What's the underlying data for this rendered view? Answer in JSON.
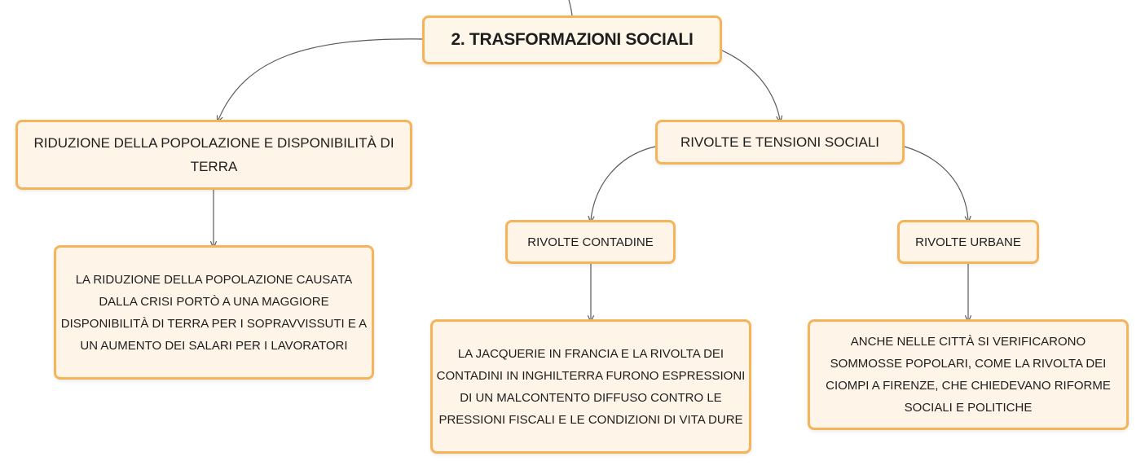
{
  "diagram": {
    "root": {
      "label": "2. TRASFORMAZIONI SOCIALI"
    },
    "branches": [
      {
        "label": "RIDUZIONE DELLA POPOLAZIONE E DISPONIBILITÀ DI TERRA",
        "detail": "LA RIDUZIONE DELLA POPOLAZIONE CAUSATA DALLA CRISI PORTÒ A UNA MAGGIORE DISPONIBILITÀ DI TERRA PER I SOPRAVVISSUTI E A UN AUMENTO DEI SALARI PER I LAVORATORI"
      },
      {
        "label": "RIVOLTE E TENSIONI SOCIALI",
        "children": [
          {
            "label": "RIVOLTE CONTADINE",
            "detail": "LA JACQUERIE IN FRANCIA E LA RIVOLTA DEI CONTADINI IN INGHILTERRA FURONO ESPRESSIONI DI UN MALCONTENTO DIFFUSO CONTRO LE PRESSIONI FISCALI E LE CONDIZIONI DI VITA DURE"
          },
          {
            "label": "RIVOLTE URBANE",
            "detail": "ANCHE NELLE CITTÀ SI VERIFICARONO SOMMOSSE POPOLARI, COME LA RIVOLTA DEI CIOMPI A FIRENZE, CHE CHIEDEVANO RIFORME SOCIALI E POLITICHE"
          }
        ]
      }
    ]
  },
  "colors": {
    "node_fill": "#fef4e7",
    "node_border": "#f6b45a",
    "connector": "#5a5a5a",
    "text": "#1e1e1e"
  }
}
